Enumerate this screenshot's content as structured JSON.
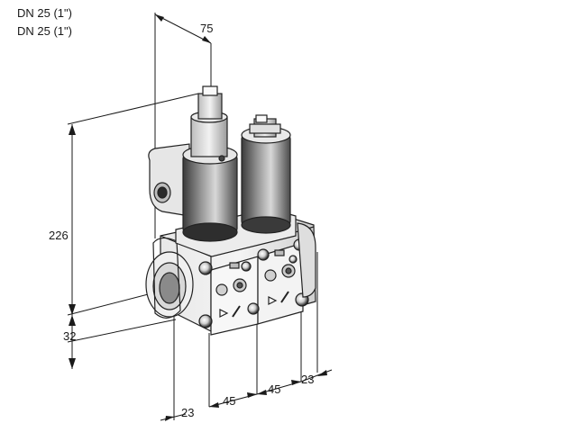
{
  "header": {
    "lines": [
      "DN 25 (1\")",
      "DN 25 (1\")"
    ]
  },
  "dimensions": {
    "top_depth": "75",
    "height": "226",
    "bottom_offset": "32",
    "spacing_1": "23",
    "spacing_2": "45",
    "spacing_3": "45",
    "spacing_4": "23"
  }
}
